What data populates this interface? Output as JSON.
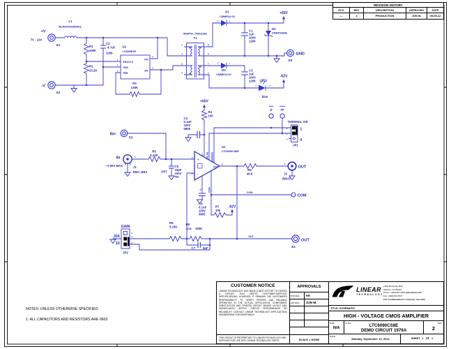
{
  "drawing": {
    "revision": {
      "title": "REVISION HISTORY",
      "headers": [
        "ECO",
        "REV",
        "DESCRIPTION",
        "APPROVED",
        "DATE"
      ],
      "rows": [
        [
          "—",
          "2",
          "PRODUCTION",
          "JON M.",
          "09-05-12"
        ]
      ]
    },
    "notes": {
      "line1": "NOTES: UNLESS OTHERWISE SPECIFIED,",
      "line2": "1.  ALL CAPACITORS AND RESISTORS ARE 0603"
    },
    "notice": {
      "title": "CUSTOMER NOTICE",
      "body": "LINEAR TECHNOLOGY HAS MADE A BEST EFFORT TO DESIGN A CIRCUIT THAT MEETS CUSTOMER-SUPPLIED SPECIFICATIONS; HOWEVER, IT REMAINS THE CUSTOMER'S RESPONSIBILITY TO VERIFY PROPER AND RELIABLE OPERATION IN THE ACTUAL APPLICATION. COMPONENT SUBSTITUTION AND PRINTED CIRCUIT BOARD LAYOUT MAY SIGNIFICANTLY AFFECT CIRCUIT PERFORMANCE OR RELIABILITY. CONTACT LINEAR TECHNOLOGY APPLICATIONS ENGINEERING FOR ASSISTANCE.",
      "footer": "THIS CIRCUIT IS PROPRIETARY TO LINEAR TECHNOLOGY AND SUPPLIED FOR USE WITH LINEAR TECHNOLOGY PARTS."
    },
    "approvals": {
      "title": "APPROVALS",
      "rows": [
        {
          "label": "PCB DES.",
          "value": "AK"
        },
        {
          "label": "APP ENG.",
          "value": "JON M."
        }
      ],
      "scale": "SCALE = NONE"
    },
    "company": {
      "brand_top": "LINEAR",
      "brand_bottom": "TECHNOLOGY",
      "addr1": "1630 McCarthy Blvd.",
      "addr2": "Milpitas, CA 95035",
      "phone": "Phone: (408)432-1900",
      "web": "www.linear.com",
      "fax": "Fax: (408)434-0507",
      "confidential": "LTC Confidential-For Customer Use Only"
    },
    "title_block": {
      "title_label": "TITLE: SCHEMATIC",
      "title": "HIGH - VOLTAGE CMOS AMPLIFIER",
      "size_label": "SIZE",
      "size": "N/A",
      "ic_label": "IC NO.",
      "ic_line1": "LTC6090CS8E",
      "ic_line2": "DEMO CIRCUIT 1979A",
      "rev_label": "REV.",
      "rev": "2",
      "date_label": "DATE:",
      "date": "Monday, September 10, 2012",
      "sheet": "SHEET 1 OF 1"
    }
  },
  "pins": {
    "p1": "1",
    "p2": "2",
    "p3": "3",
    "p4": "4",
    "p5": "5",
    "p6": "6",
    "p7": "7",
    "p8": "8"
  },
  "sch": {
    "l1": "L1",
    "l1v": "BLM31PG330SN1L",
    "vp": "+V",
    "vrange": "7V - 12V",
    "e1": "E1",
    "vn": "-V",
    "e2": "E2",
    "r1": "R1",
    "r1v": "100K",
    "r2": "R2",
    "r2v": "23.2K",
    "c2": "C2",
    "c2v": "4.7uF",
    "c2p": "1206",
    "u2": "U2",
    "u2part": "LT8300ES5",
    "en": "EN/UVLO",
    "gnd_pin": "GND",
    "rfb": "RFB",
    "vin": "VIN",
    "sw": "SW",
    "r3": "R3",
    "r3v": "130K",
    "t1m": "WURTH, 750311692",
    "t1": "T1",
    "d1": "D1",
    "d1v": "CMMR1U-02",
    "c1": "C1",
    "c1v": "1uF",
    "c1vv": "100V",
    "c1p": "1206",
    "d2": "D2",
    "d2v": "CMHZ5266B",
    "p65a": "+65V",
    "p65b": "+65V",
    "gnd": "GND",
    "e5": "E5",
    "d3": "D3",
    "d3v": "CMMR1U-02",
    "c3": "C3",
    "c3v": "1uF",
    "c3vv": "100V",
    "c3p": "1206",
    "led1": "LED1",
    "ledc": "blue",
    "n62a": "-62V",
    "n62b": "-62V",
    "inp": "IN+",
    "e3": "E3",
    "in_lbl": "IN",
    "inmax": "+/-60V MAX",
    "j1": "J1",
    "j1v": "BNC-JIRA",
    "r5": "R5",
    "r5v": "5.23K",
    "opt": "OPT",
    "c5": "C5",
    "c5v": "15pF",
    "c5vv": "100V",
    "c5th": "TH",
    "r4": "R4",
    "r4v": "100",
    "c4": "C4",
    "c4v": "0.1uF",
    "c4vv": "100V",
    "c4p": "0805",
    "u1": "U1",
    "u1part": "LTC6090CS8E",
    "vplus": "V+",
    "tflag": "TFLAG",
    "disable": "DISABLE",
    "out_pin": "OUT",
    "com_pin": "COM",
    "vminus": "V-",
    "plus": "+",
    "minus": "-",
    "dbar": "D",
    "tfbar": "TF",
    "thermal": "THERMAL S/D",
    "jp1": "JP1",
    "jp1_on": "1",
    "jp1_off": "0",
    "r6": "R6",
    "r6v": "49.9",
    "outj2": "OUT",
    "j2": "J2",
    "j2v": "BNC5",
    "comnet": "COM",
    "com": "COM",
    "c6": "C6",
    "c6v": "0.1uF",
    "c6vv": "100V",
    "c6p": "0805",
    "r7": "R7",
    "r7v": "100",
    "gain": "GAIN",
    "g20": "20X",
    "g1": "1X",
    "jp2": "JP2",
    "r9": "R9",
    "r9v": "5.23K",
    "r8": "R8",
    "r8p": "1206",
    "r8v": "100K",
    "c7": "C7",
    "c7v": "5pF",
    "outnet": "OUT",
    "oute4": "OUT",
    "e4": "E4"
  }
}
